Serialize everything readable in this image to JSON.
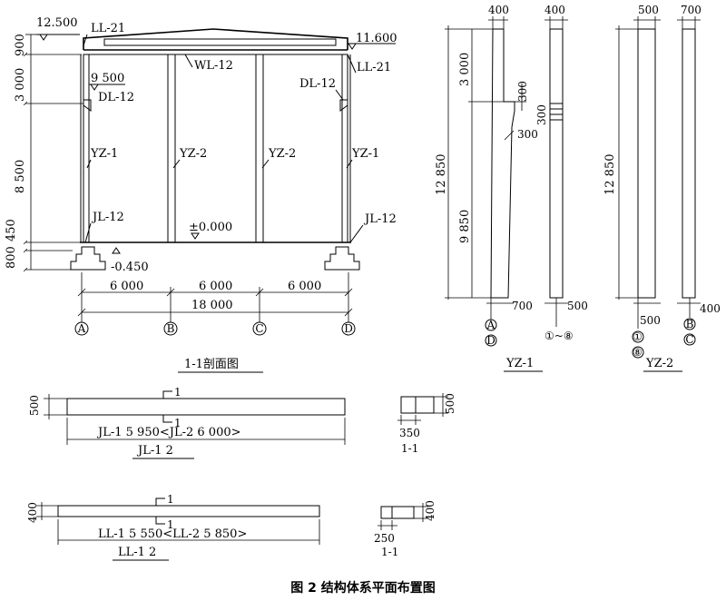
{
  "section": {
    "top_elev": "12.500",
    "eave_elev": "11.600",
    "beam_elev": "9 500",
    "ground_elev": "±0.000",
    "footing_elev": "-0.450",
    "member_ll21_left": "LL-21",
    "member_ll21_right": "LL-21",
    "member_wl12": "WL-12",
    "member_dl12_left": "DL-12",
    "member_dl12_right": "DL-12",
    "member_yz1_left": "YZ-1",
    "member_yz2_left": "YZ-2",
    "member_yz2_right": "YZ-2",
    "member_yz1_right": "YZ-1",
    "member_jl12_left": "JL-12",
    "member_jl12_right": "JL-12",
    "dim_v_900": "900",
    "dim_v_3000": "3 000",
    "dim_v_8500": "8 500",
    "dim_v_450": "450",
    "dim_v_800": "800",
    "dim_h_1": "6 000",
    "dim_h_2": "6 000",
    "dim_h_3": "6 000",
    "dim_h_total": "18 000",
    "axes": [
      "A",
      "B",
      "C",
      "D"
    ],
    "title": "1-1剖面图"
  },
  "yz1": {
    "dim_top_left": "400",
    "dim_top_right": "400",
    "dim_3000": "3 000",
    "dim_12850": "12 850",
    "dim_9850": "9 850",
    "dim_300_a": "300",
    "dim_300_b": "300",
    "dim_300_c": "300",
    "dim_700": "700",
    "dim_500": "500",
    "axis_a": "A",
    "axis_d": "D",
    "axis_range": "①~⑧",
    "title": "YZ-1"
  },
  "yz2": {
    "dim_top_left": "500",
    "dim_top_right": "700",
    "dim_12850": "12 850",
    "dim_500": "500",
    "dim_400": "400",
    "axis_1": "①",
    "axis_8": "⑧",
    "axis_b": "B",
    "axis_c": "C",
    "title": "YZ-2"
  },
  "jl": {
    "dim_500": "500",
    "cut_mark_top": "1",
    "cut_mark_bottom": "1",
    "label": "JL-1    5 950<JL-2 6 000>",
    "title": "JL-1  2",
    "sec_dim_h": "500",
    "sec_dim_w": "350",
    "sec_title": "1-1"
  },
  "ll": {
    "dim_400": "400",
    "cut_mark_top": "1",
    "cut_mark_bottom": "1",
    "label": "LL-1 5 550<LL-2  5 850>",
    "title": "LL-1 2",
    "sec_dim_h": "400",
    "sec_dim_w": "250",
    "sec_title": "1-1"
  },
  "figure": {
    "caption": "图 2    结构体系平面布置图"
  }
}
